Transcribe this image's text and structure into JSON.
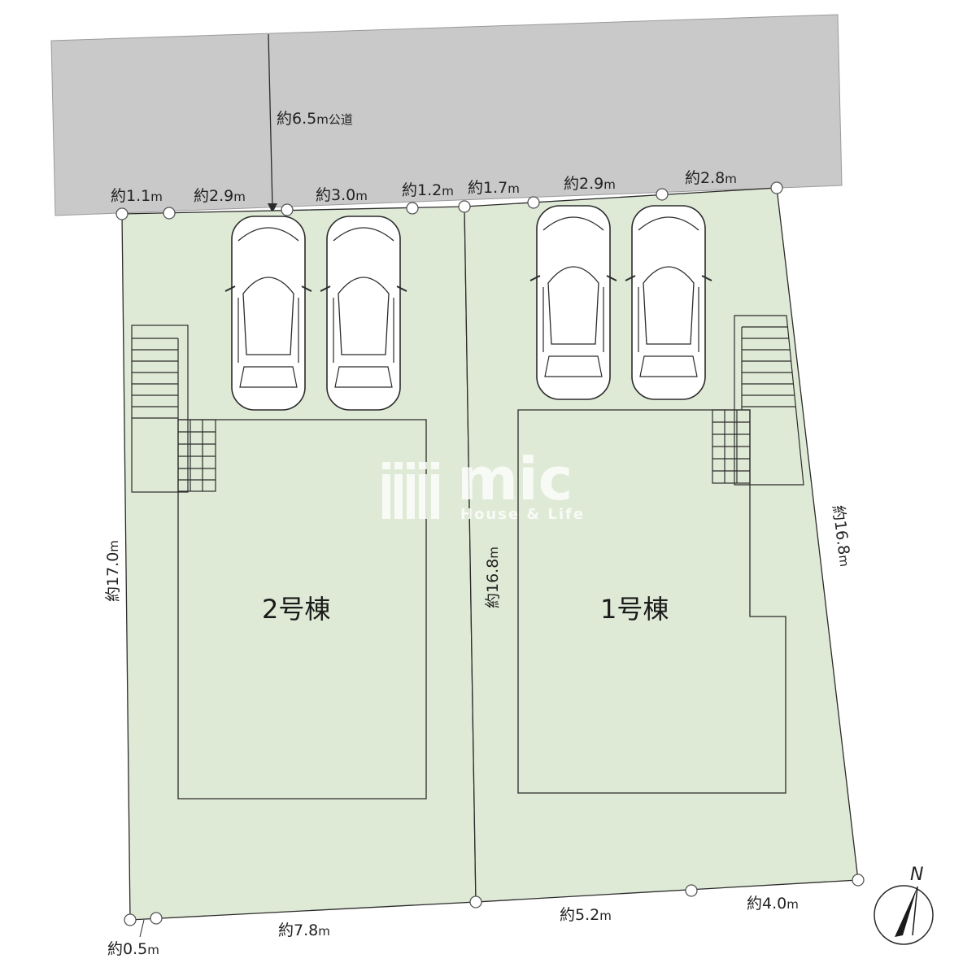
{
  "road": {
    "label_prefix": "約6.5",
    "label_unit": "m",
    "label_suffix": "公道"
  },
  "frontage": [
    {
      "num": "約1.1",
      "unit": "m"
    },
    {
      "num": "約2.9",
      "unit": "m"
    },
    {
      "num": "約3.0",
      "unit": "m"
    },
    {
      "num": "約1.2",
      "unit": "m"
    },
    {
      "num": "約1.7",
      "unit": "m"
    },
    {
      "num": "約2.9",
      "unit": "m"
    },
    {
      "num": "約2.8",
      "unit": "m"
    }
  ],
  "sides": {
    "left": {
      "num": "約17.0",
      "unit": "m"
    },
    "middle": {
      "num": "約16.8",
      "unit": "m"
    },
    "right": {
      "num": "約16.8",
      "unit": "m"
    }
  },
  "rear": [
    {
      "num": "約0.5",
      "unit": "m"
    },
    {
      "num": "約7.8",
      "unit": "m"
    },
    {
      "num": "約5.2",
      "unit": "m"
    },
    {
      "num": "約4.0",
      "unit": "m"
    }
  ],
  "buildings": {
    "left": "2号棟",
    "right": "1号棟"
  },
  "watermark": {
    "logo": "mic",
    "sub": "House & Life"
  },
  "compass": {
    "label": "N"
  },
  "colors": {
    "road": "#c9c9c9",
    "lot": "#dfead6",
    "line": "#2b2b2b"
  }
}
